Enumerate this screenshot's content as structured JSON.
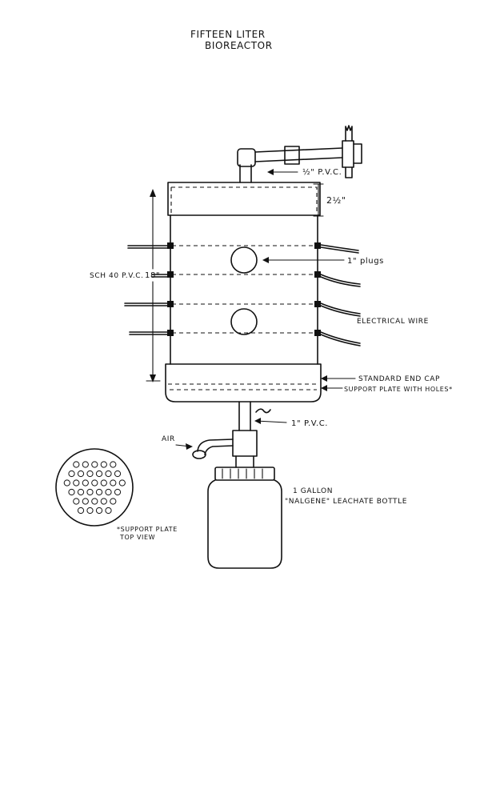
{
  "title": {
    "line1": "FIFTEEN LITER",
    "line2": "BIOREACTOR"
  },
  "labels": {
    "pvc_half": "½\" P.V.C.",
    "dim_top": "2½\"",
    "plugs": "1\" plugs",
    "sch40": "SCH 40 P.V.C.",
    "dim_height": "18\"",
    "electrical_wire": "ELECTRICAL WIRE",
    "end_cap": "STANDARD END CAP",
    "support_plate": "SUPPORT PLATE WITH HOLES*",
    "pvc_one": "1\" P.V.C.",
    "air": "AIR",
    "bottle_line1": "1 GALLON",
    "bottle_line2": "\"NALGENE\" LEACHATE BOTTLE",
    "plate_note_line1": "*SUPPORT PLATE",
    "plate_note_line2": "TOP VIEW"
  }
}
